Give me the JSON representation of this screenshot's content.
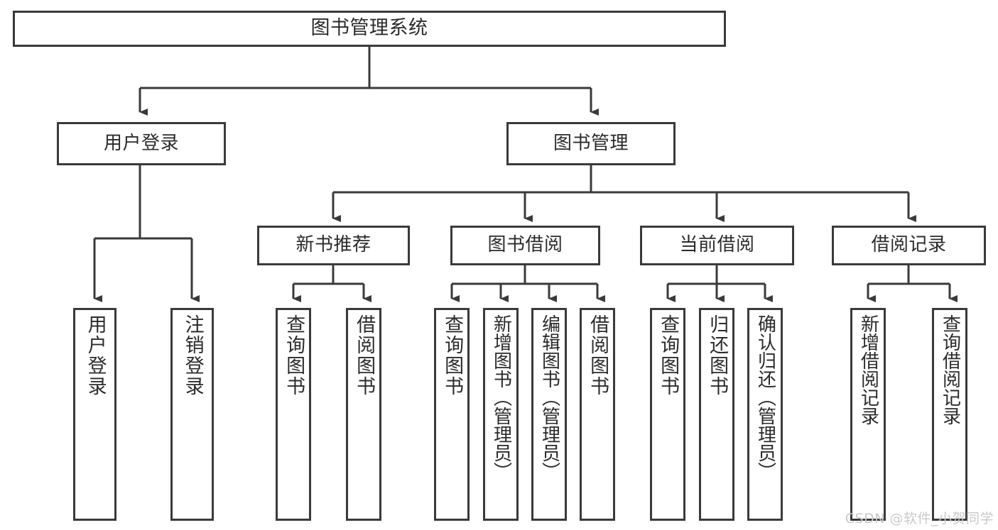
{
  "diagram": {
    "title": "图书管理系统",
    "type": "hierarchy-tree",
    "background_color": "#ffffff",
    "line_color": "#3a3a3a",
    "text_color": "#2b2b2b"
  },
  "nodes": {
    "root": {
      "label": "图书管理系统",
      "level": 0
    },
    "level1": [
      {
        "id": "user-login",
        "label": "用户登录"
      },
      {
        "id": "book-manage",
        "label": "图书管理"
      }
    ],
    "level2": [
      {
        "id": "new-book-rec",
        "label": "新书推荐"
      },
      {
        "id": "book-borrow",
        "label": "图书借阅"
      },
      {
        "id": "current-borrow",
        "label": "当前借阅"
      },
      {
        "id": "borrow-record",
        "label": "借阅记录"
      }
    ],
    "leaves": {
      "user_login": [
        {
          "id": "leaf-user-login",
          "label": "用户登录"
        },
        {
          "id": "leaf-logout-login",
          "label": "注销登录"
        }
      ],
      "new_book_rec": [
        {
          "id": "leaf-query-book-1",
          "label": "查询图书"
        },
        {
          "id": "leaf-borrow-book-1",
          "label": "借阅图书"
        }
      ],
      "book_borrow": [
        {
          "id": "leaf-query-book-2",
          "label": "查询图书"
        },
        {
          "id": "leaf-add-book",
          "label": "新增图书（管理员）"
        },
        {
          "id": "leaf-edit-book",
          "label": "编辑图书（管理员）"
        },
        {
          "id": "leaf-borrow-book-2",
          "label": "借阅图书"
        }
      ],
      "current_borrow": [
        {
          "id": "leaf-query-book-3",
          "label": "查询图书"
        },
        {
          "id": "leaf-return-book",
          "label": "归还图书"
        },
        {
          "id": "leaf-confirm-return",
          "label": "确认归还（管理员）"
        }
      ],
      "borrow_record": [
        {
          "id": "leaf-add-record",
          "label": "新增借阅记录"
        },
        {
          "id": "leaf-query-record",
          "label": "查询借阅记录"
        }
      ]
    }
  },
  "watermark": {
    "text": "CSDN @软件_小贺同学"
  }
}
